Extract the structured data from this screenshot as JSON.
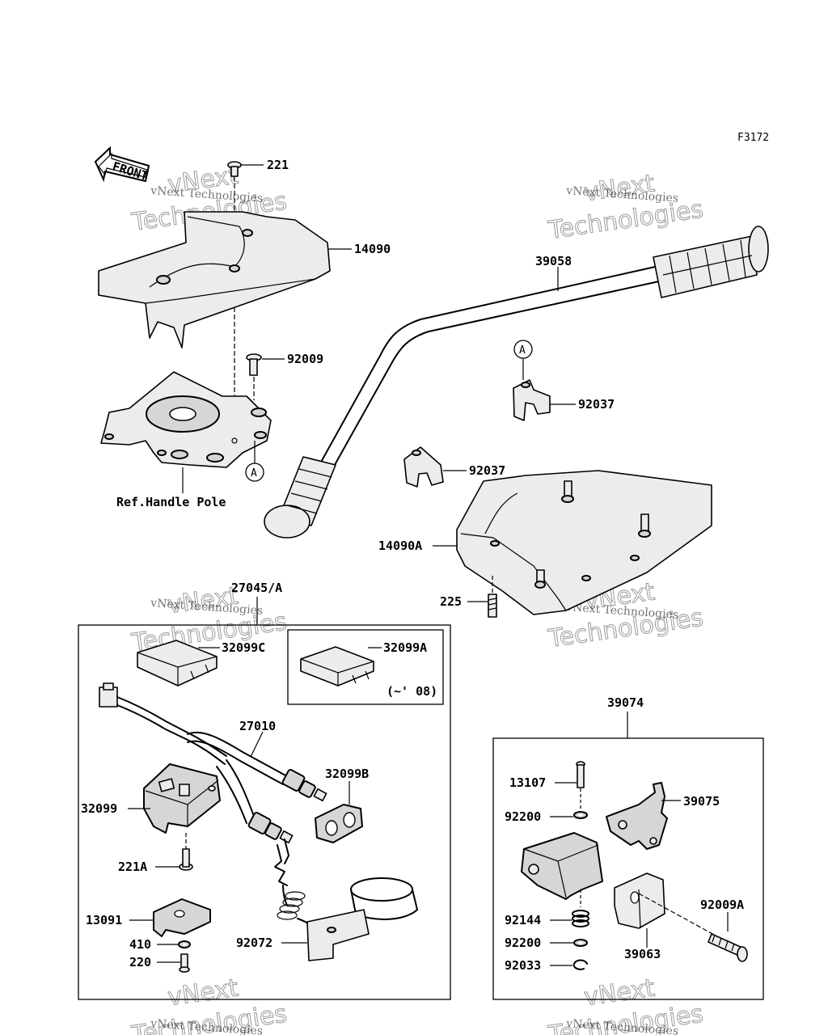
{
  "figure_code": "F3172",
  "front_label": "FRONT",
  "watermark": {
    "line1": "vNext Technologies",
    "line2": "vNext",
    "line3": "Technologies"
  },
  "ref_note": "Ref.Handle Pole",
  "callout_letter": "A",
  "year_note": "(~' 08)",
  "parts": {
    "p221": "221",
    "p14090": "14090",
    "p92009": "92009",
    "p39058": "39058",
    "p92037_upper": "92037",
    "p92037_lower": "92037",
    "p14090A": "14090A",
    "p225": "225",
    "p27045A": "27045/A",
    "p32099C": "32099C",
    "p32099A": "32099A",
    "p27010": "27010",
    "p32099B": "32099B",
    "p32099": "32099",
    "p221A": "221A",
    "p13091": "13091",
    "p410": "410",
    "p220": "220",
    "p92072": "92072",
    "p39074": "39074",
    "p13107": "13107",
    "p39075": "39075",
    "p92200_upper": "92200",
    "p92009A": "92009A",
    "p92144": "92144",
    "p92200_lower": "92200",
    "p39063": "39063",
    "p92033": "92033"
  }
}
